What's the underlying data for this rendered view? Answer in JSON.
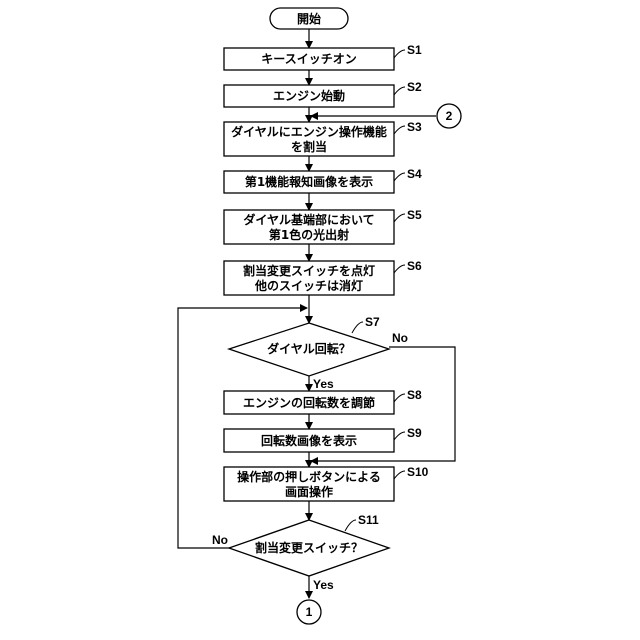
{
  "start": "開始",
  "steps": {
    "s1": {
      "tag": "S1",
      "lines": [
        "キースイッチオン"
      ]
    },
    "s2": {
      "tag": "S2",
      "lines": [
        "エンジン始動"
      ]
    },
    "s3": {
      "tag": "S3",
      "lines": [
        "ダイヤルにエンジン操作機能",
        "を割当"
      ]
    },
    "s4": {
      "tag": "S4",
      "lines": [
        "第1機能報知画像を表示"
      ]
    },
    "s5": {
      "tag": "S5",
      "lines": [
        "ダイヤル基端部において",
        "第1色の光出射"
      ]
    },
    "s6": {
      "tag": "S6",
      "lines": [
        "割当変更スイッチを点灯",
        "他のスイッチは消灯"
      ]
    },
    "s7": {
      "tag": "S7",
      "text": "ダイヤル回転？",
      "yes": "Yes",
      "no": "No"
    },
    "s8": {
      "tag": "S8",
      "lines": [
        "エンジンの回転数を調節"
      ]
    },
    "s9": {
      "tag": "S9",
      "lines": [
        "回転数画像を表示"
      ]
    },
    "s10": {
      "tag": "S10",
      "lines": [
        "操作部の押しボタンによる",
        "画面操作"
      ]
    },
    "s11": {
      "tag": "S11",
      "text": "割当変更スイッチ？",
      "yes": "Yes",
      "no": "No"
    }
  },
  "connectors": {
    "entry": "2",
    "exit": "1"
  }
}
